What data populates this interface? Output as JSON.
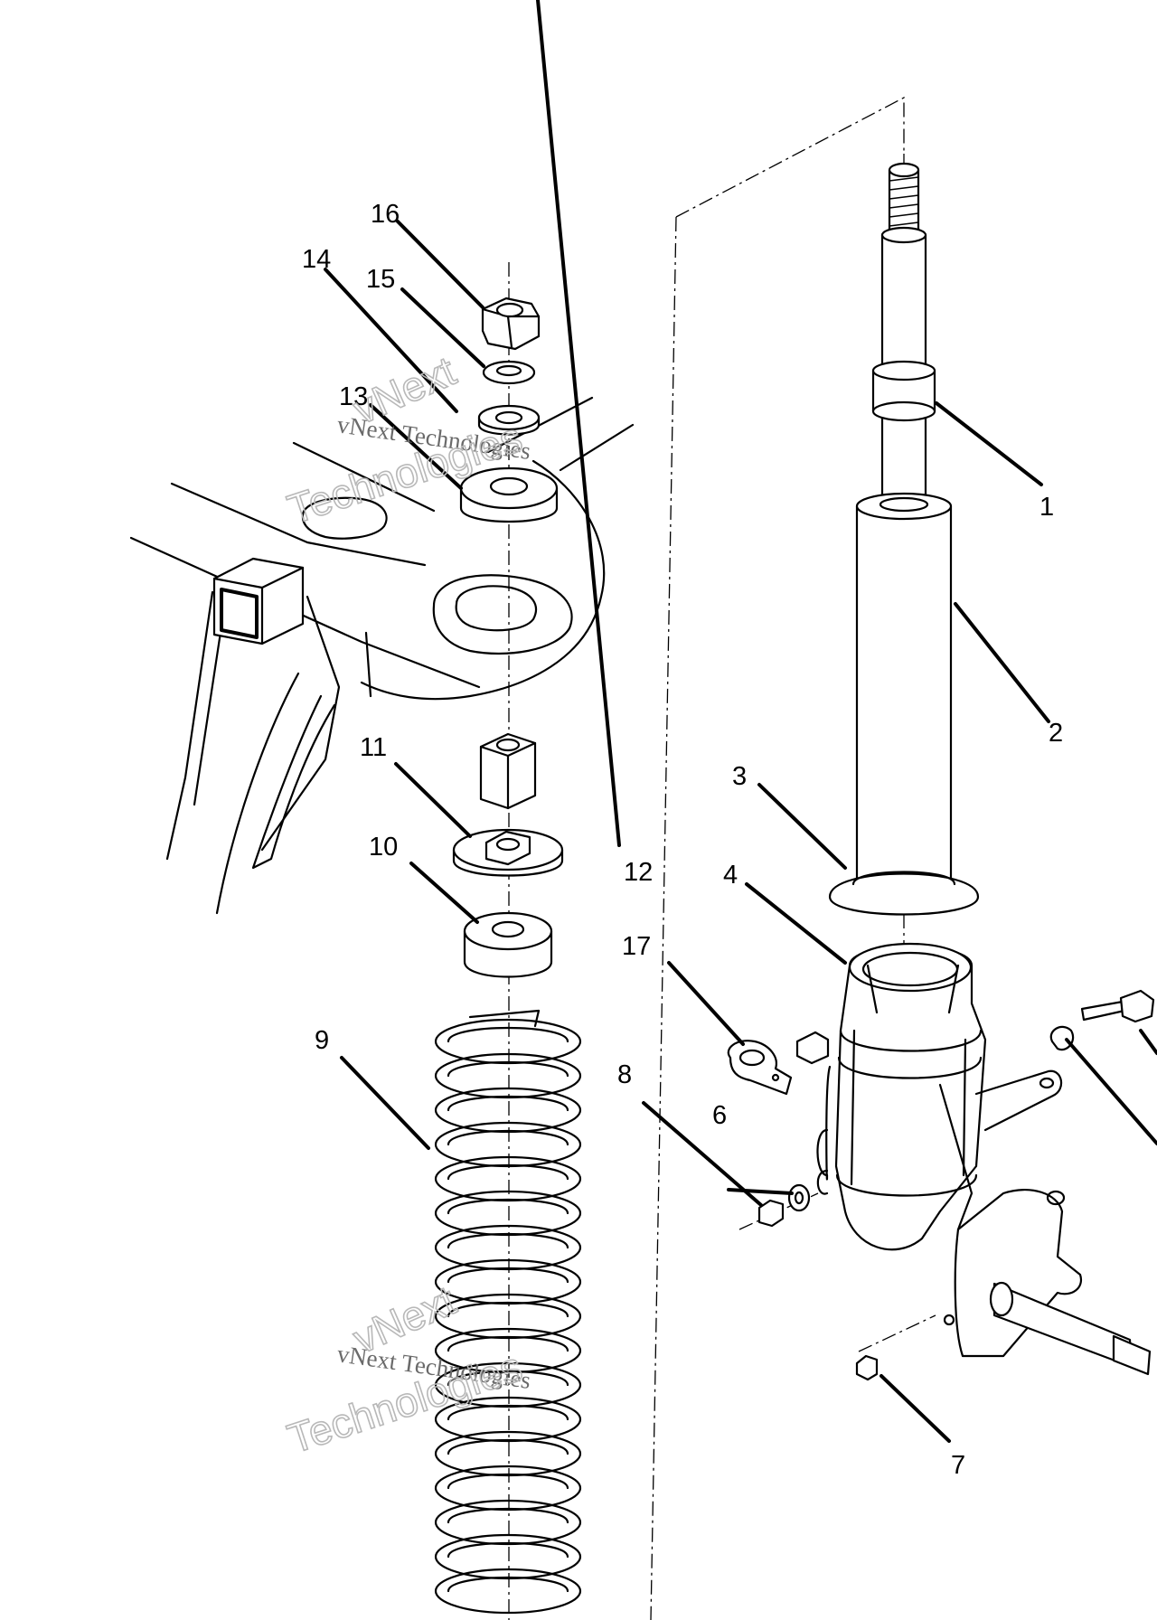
{
  "callouts": [
    "1",
    "2",
    "3",
    "4",
    "6",
    "7",
    "8",
    "9",
    "10",
    "11",
    "12",
    "13",
    "14",
    "15",
    "16",
    "17"
  ],
  "watermark": {
    "line1": "vNext Technologies",
    "line2": "vNext",
    "line3": "Technologies"
  },
  "colors": {
    "ink": "#000000",
    "paper": "#ffffff",
    "watermark": "#b8b8b8"
  }
}
